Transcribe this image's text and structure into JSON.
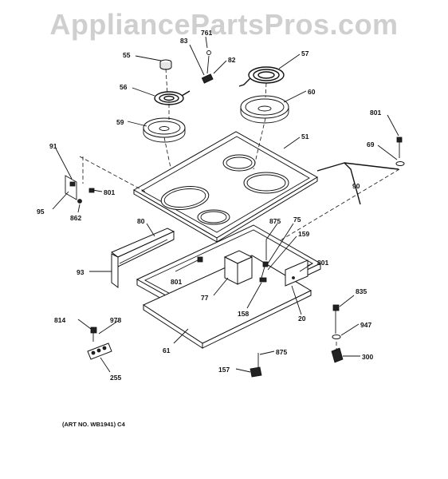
{
  "watermark": "AppliancePartsPros.com",
  "art_caption": "(ART NO. WB1941) C4",
  "part_labels": {
    "p761": "761",
    "p83": "83",
    "p55": "55",
    "p82": "82",
    "p57": "57",
    "p56": "56",
    "p60": "60",
    "p801_tr": "801",
    "p59": "59",
    "p51": "51",
    "p69": "69",
    "p91": "91",
    "p801_l": "801",
    "p90": "90",
    "p95": "95",
    "p862": "862",
    "p875_mid": "875",
    "p75": "75",
    "p80": "80",
    "p159": "159",
    "p801_r": "801",
    "p93": "93",
    "p801_b": "801",
    "p77": "77",
    "p835": "835",
    "p158": "158",
    "p20": "20",
    "p814": "814",
    "p978": "978",
    "p947": "947",
    "p61": "61",
    "p875_low": "875",
    "p300": "300",
    "p157": "157",
    "p255": "255"
  }
}
